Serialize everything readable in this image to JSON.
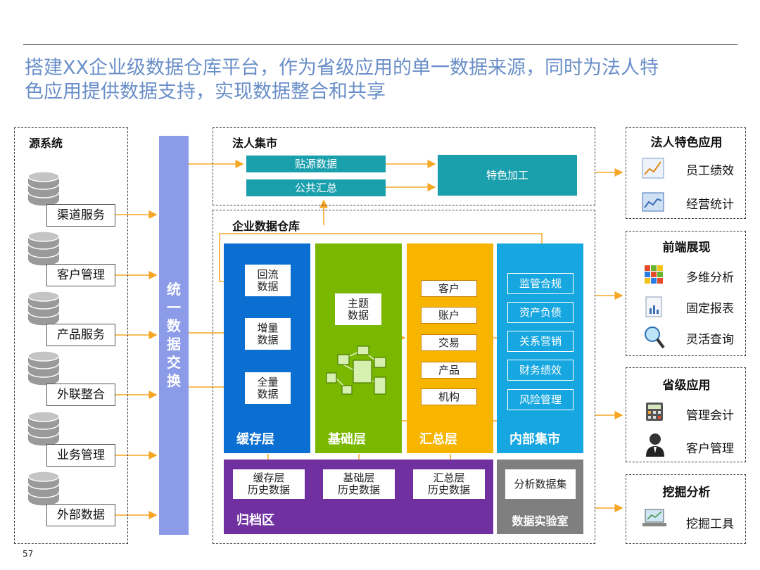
{
  "title_line1": "搭建XX企业级数据仓库平台，作为省级应用的单一数据来源，同时为法人特",
  "title_line2": "色应用提供数据支持，实现数据整合和共享",
  "page_number": "57",
  "source": {
    "header": "源系统",
    "items": [
      "渠道服务",
      "客户管理",
      "产品服务",
      "外联整合",
      "业务管理",
      "外部数据"
    ]
  },
  "exchange": {
    "label": [
      "统",
      "一",
      "数",
      "据",
      "交",
      "换"
    ]
  },
  "mart": {
    "header": "法人集市",
    "source_data": "贴源数据",
    "public_summary": "公共汇总",
    "special": "特色加工"
  },
  "warehouse": {
    "header": "企业数据仓库",
    "cache": {
      "name": "缓存层",
      "items": [
        "回流\n数据",
        "增量\n数据",
        "全量\n数据"
      ]
    },
    "base": {
      "name": "基础层",
      "topic": "主题\n数据"
    },
    "summary": {
      "name": "汇总层",
      "items": [
        "客户",
        "账户",
        "交易",
        "产品",
        "机构"
      ]
    },
    "internal": {
      "name": "内部集市",
      "items": [
        "监管合规",
        "资产负债",
        "关系营销",
        "财务绩效",
        "风险管理"
      ]
    },
    "archive": {
      "name": "归档区",
      "items": [
        "缓存层\n历史数据",
        "基础层\n历史数据",
        "汇总层\n历史数据"
      ]
    },
    "lab": {
      "name": "数据实验室",
      "item": "分析数据集"
    }
  },
  "apps": {
    "corp": {
      "header": "法人特色应用",
      "items": [
        "员工绩效",
        "经营统计"
      ]
    },
    "frontend": {
      "header": "前端展现",
      "items": [
        "多维分析",
        "固定报表",
        "灵活查询"
      ]
    },
    "province": {
      "header": "省级应用",
      "items": [
        "管理会计",
        "客户管理"
      ]
    },
    "mining": {
      "header": "挖掘分析",
      "items": [
        "挖掘工具"
      ]
    }
  },
  "colors": {
    "orange": "#f5a623",
    "purple": "#7030a0",
    "gray": "#7f7f7f",
    "exchange": "#8c9be8"
  }
}
